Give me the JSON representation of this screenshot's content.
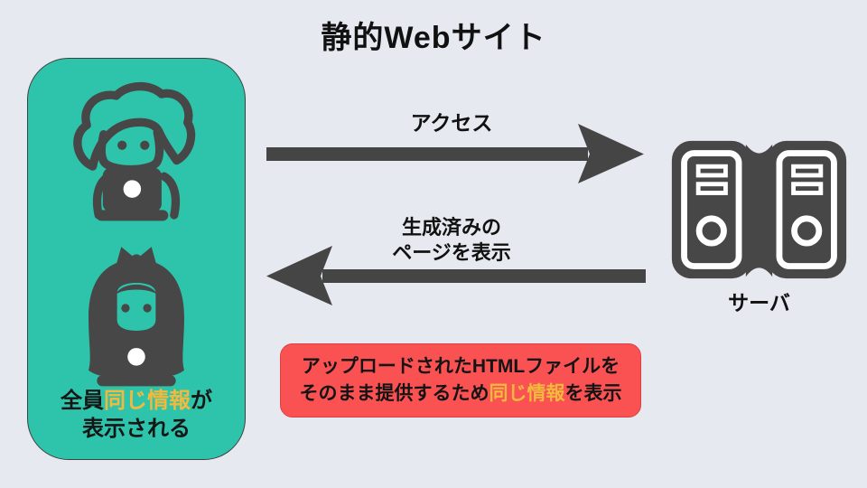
{
  "title": "静的Webサイト",
  "colors": {
    "background": "#e7e9f1",
    "panel_teal": "#2ec4ab",
    "icon_dark": "#474747",
    "note_red": "#fa5252",
    "highlight_yellow": "#f2b93d",
    "text_black": "#111111"
  },
  "users_panel": {
    "caption_part_everyone": "全員",
    "caption_part_same_info": "同じ情報",
    "caption_part_ga": "が",
    "caption_line2": "表示される"
  },
  "flow": {
    "request_label": "アクセス",
    "response_label_line1": "生成済みの",
    "response_label_line2": "ページを表示"
  },
  "server": {
    "label": "サーバ"
  },
  "note": {
    "line1": "アップロードされたHTMLファイルを",
    "line2_prefix": "そのまま提供するため",
    "line2_highlight": "同じ情報",
    "line2_suffix": "を表示"
  }
}
